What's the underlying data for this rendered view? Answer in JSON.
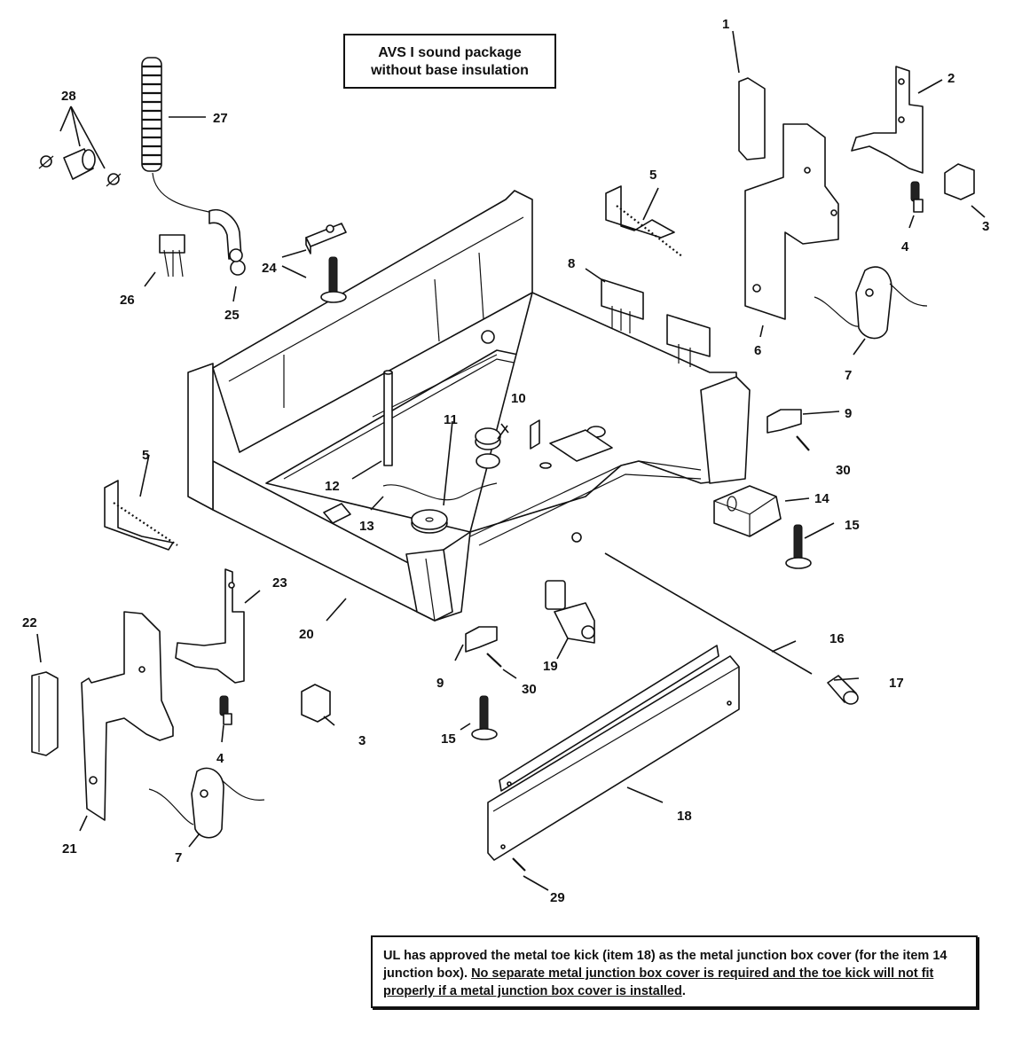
{
  "title_box": {
    "line1": "AVS I sound package",
    "line2": "without base insulation"
  },
  "note": {
    "text_plain": "UL has approved the metal toe kick (item 18) as the metal junction box cover (for the item 14 junction box). ",
    "text_underlined": "No separate metal junction box cover is required and the toe kick will not fit properly if a metal junction box cover is installed",
    "text_end": "."
  },
  "parts": [
    {
      "id": "1",
      "label": "1"
    },
    {
      "id": "2",
      "label": "2"
    },
    {
      "id": "3",
      "label": "3"
    },
    {
      "id": "4",
      "label": "4"
    },
    {
      "id": "5",
      "label": "5"
    },
    {
      "id": "6",
      "label": "6"
    },
    {
      "id": "7",
      "label": "7"
    },
    {
      "id": "8",
      "label": "8"
    },
    {
      "id": "9",
      "label": "9"
    },
    {
      "id": "10",
      "label": "10"
    },
    {
      "id": "11",
      "label": "11"
    },
    {
      "id": "12",
      "label": "12"
    },
    {
      "id": "13",
      "label": "13"
    },
    {
      "id": "14",
      "label": "14"
    },
    {
      "id": "15",
      "label": "15"
    },
    {
      "id": "16",
      "label": "16"
    },
    {
      "id": "17",
      "label": "17"
    },
    {
      "id": "18",
      "label": "18"
    },
    {
      "id": "19",
      "label": "19"
    },
    {
      "id": "20",
      "label": "20"
    },
    {
      "id": "21",
      "label": "21"
    },
    {
      "id": "22",
      "label": "22"
    },
    {
      "id": "23",
      "label": "23"
    },
    {
      "id": "24",
      "label": "24"
    },
    {
      "id": "25",
      "label": "25"
    },
    {
      "id": "26",
      "label": "26"
    },
    {
      "id": "27",
      "label": "27"
    },
    {
      "id": "28",
      "label": "28"
    },
    {
      "id": "29",
      "label": "29"
    },
    {
      "id": "30",
      "label": "30"
    }
  ]
}
